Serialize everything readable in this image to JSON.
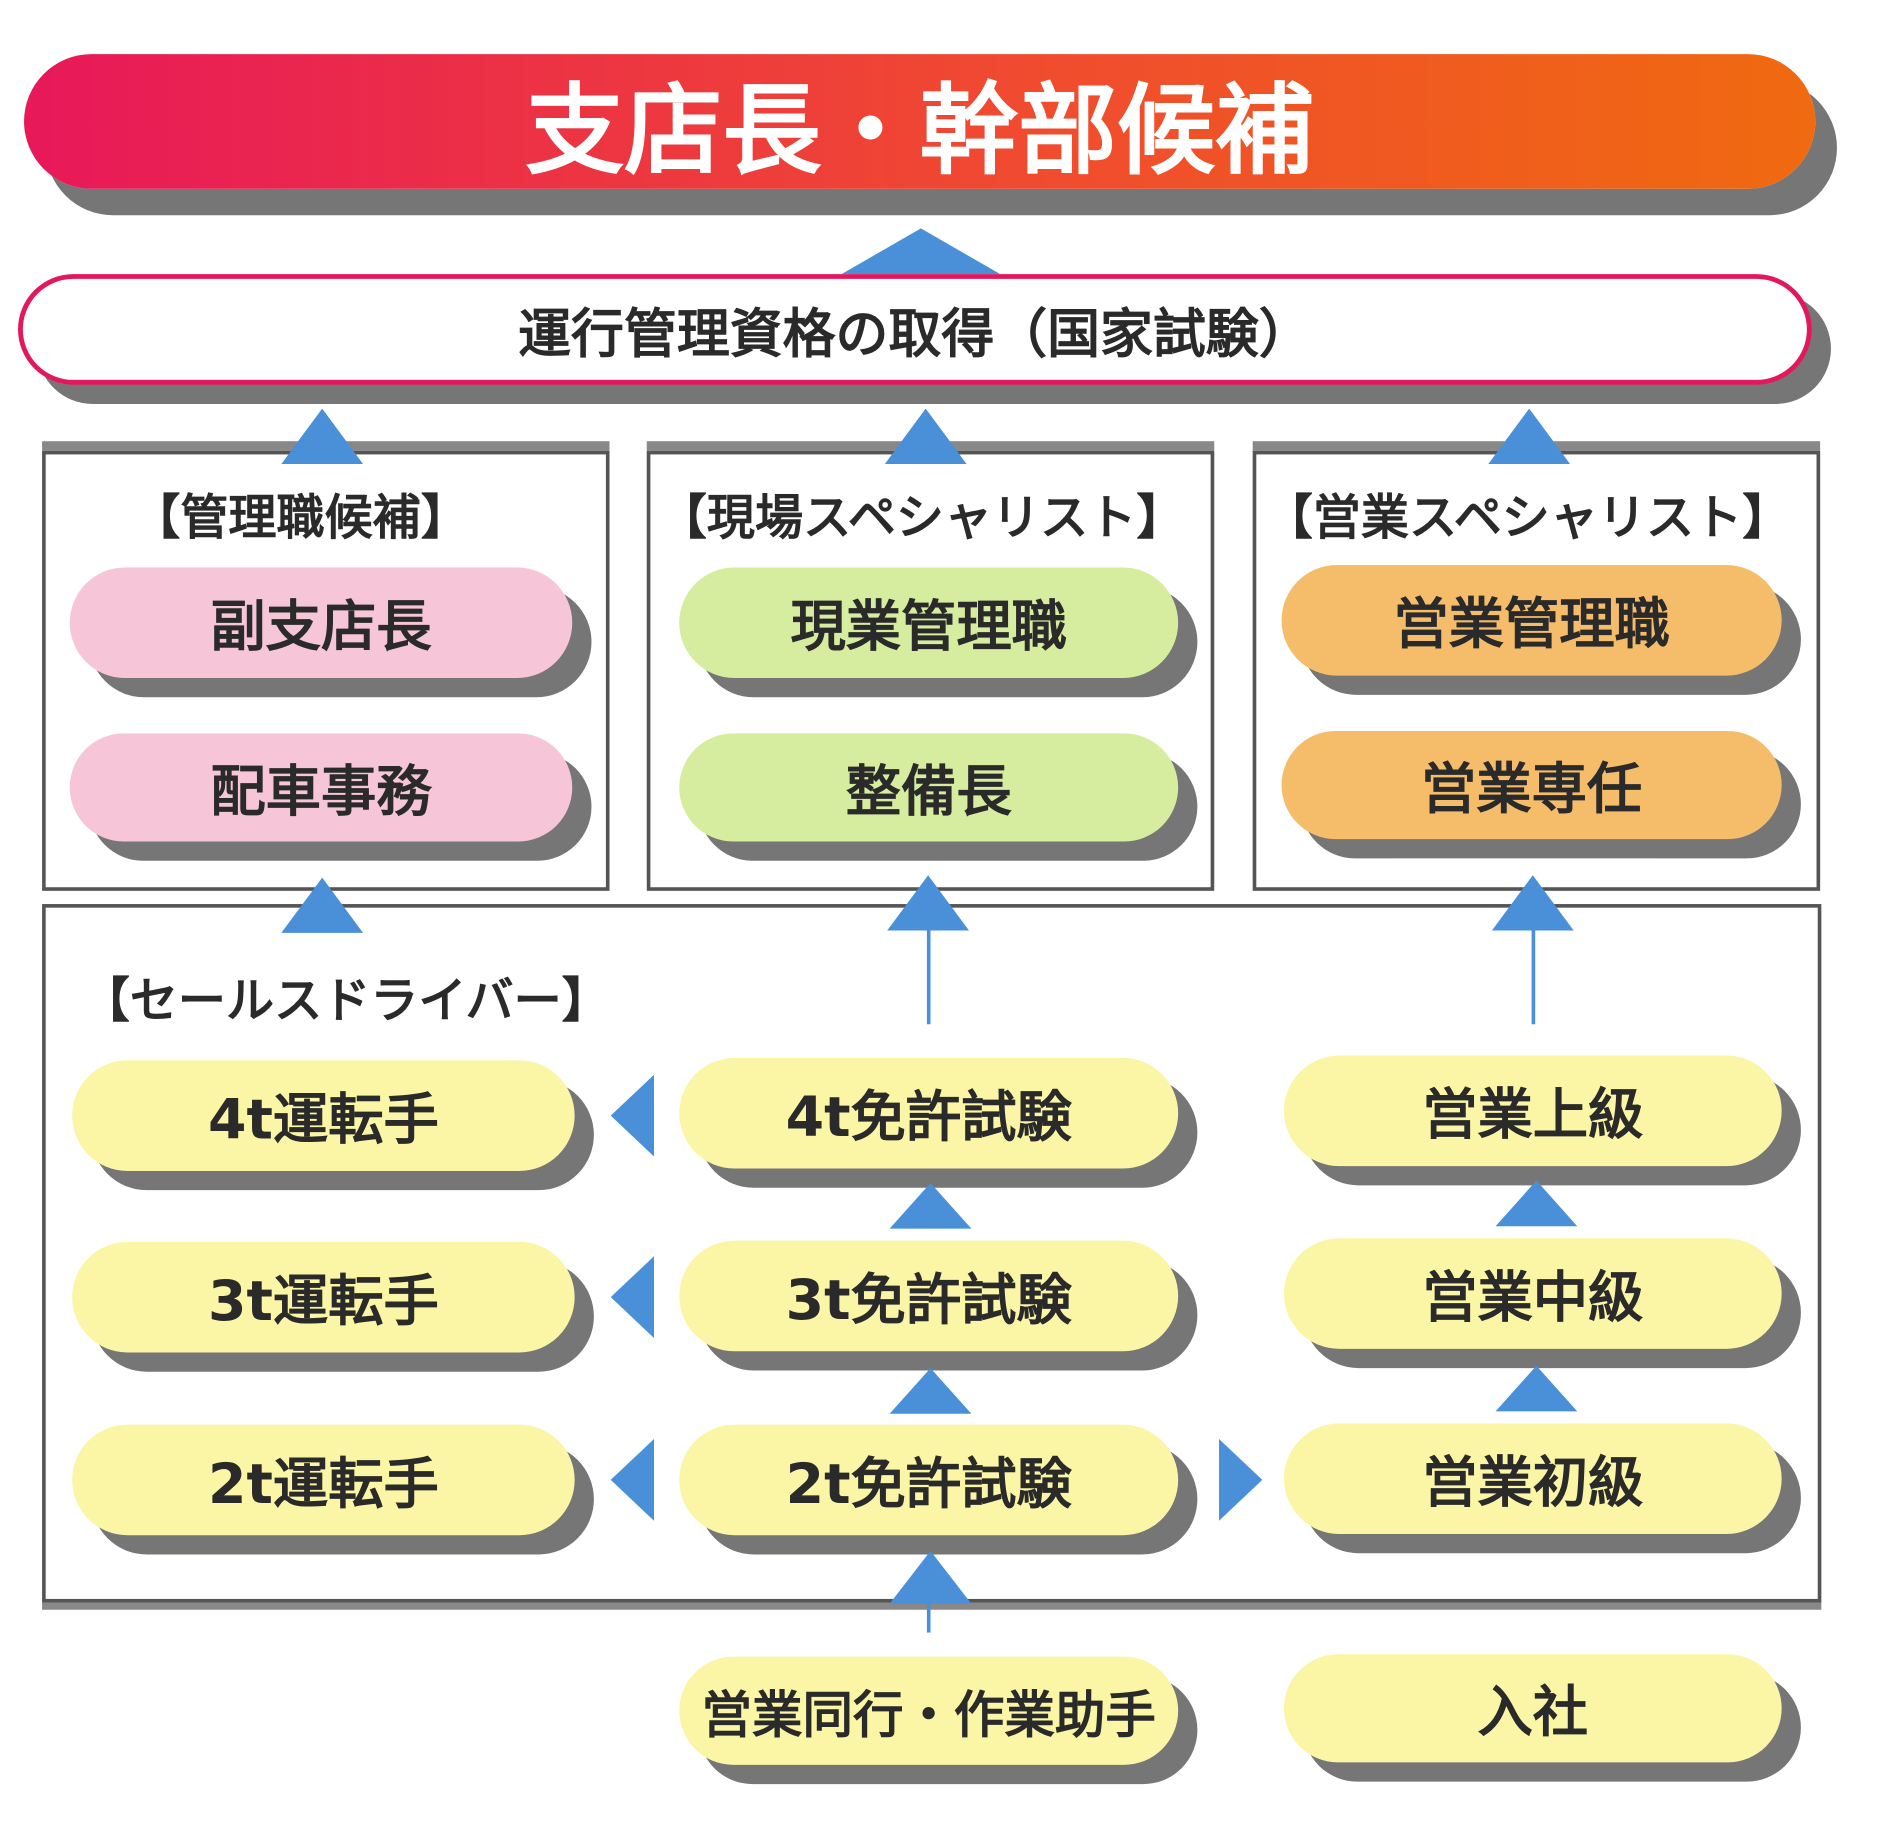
{
  "top": {
    "title": "支店長・幹部候補"
  },
  "qualification": {
    "label": "運行管理資格の取得（国家試験）"
  },
  "groups": {
    "management": {
      "header": "【管理職候補】",
      "items": [
        "副支店長",
        "配車事務"
      ]
    },
    "field": {
      "header": "【現場スペシャリスト】",
      "items": [
        "現業管理職",
        "整備長"
      ]
    },
    "sales": {
      "header": "【営業スペシャリスト】",
      "items": [
        "営業管理職",
        "営業専任"
      ]
    }
  },
  "drivers": {
    "header": "【セールスドライバー】",
    "drivers": [
      "4t運転手",
      "3t運転手",
      "2t運転手"
    ],
    "exams": [
      "4t免許試験",
      "3t免許試験",
      "2t免許試験"
    ],
    "sales_levels": [
      "営業上級",
      "営業中級",
      "営業初級"
    ]
  },
  "entry": {
    "assistant": "営業同行・作業助手",
    "join": "入社"
  },
  "colors": {
    "gradient_start": "#e8185a",
    "gradient_end": "#f06a10",
    "arrow": "#4a90d9",
    "pink": "#f6c6d8",
    "green": "#d6ec9e",
    "orange": "#f5bd6a",
    "yellow": "#fbf6a6"
  }
}
